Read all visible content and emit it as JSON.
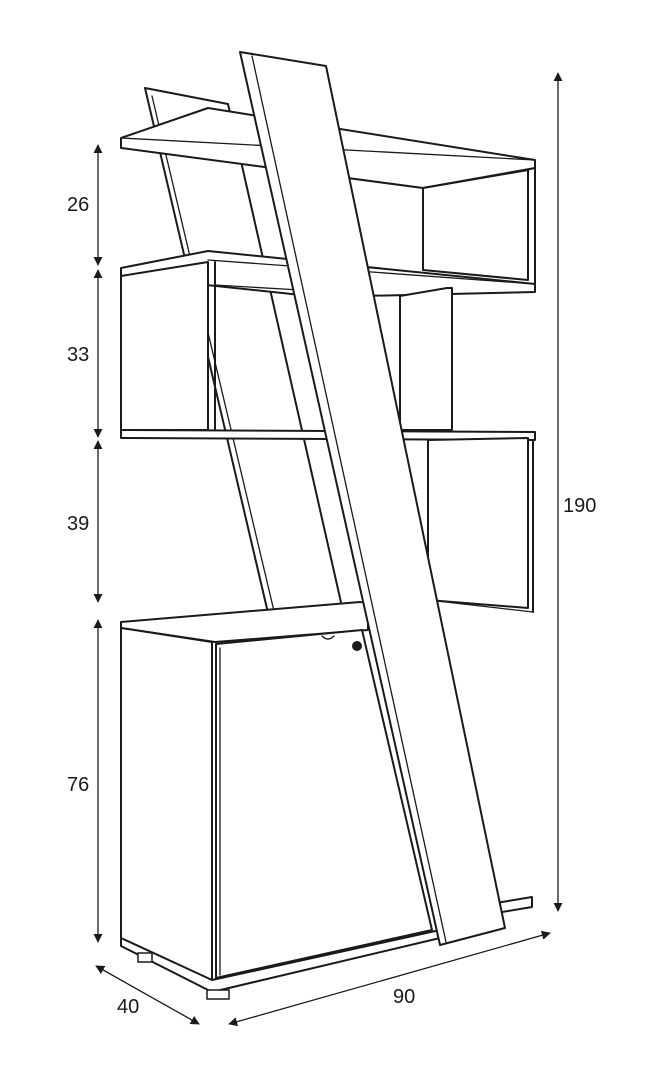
{
  "dimensions": {
    "tier1_height": "26",
    "tier2_height": "33",
    "tier3_height": "39",
    "cabinet_height": "76",
    "total_height": "190",
    "width": "90",
    "depth": "40"
  }
}
